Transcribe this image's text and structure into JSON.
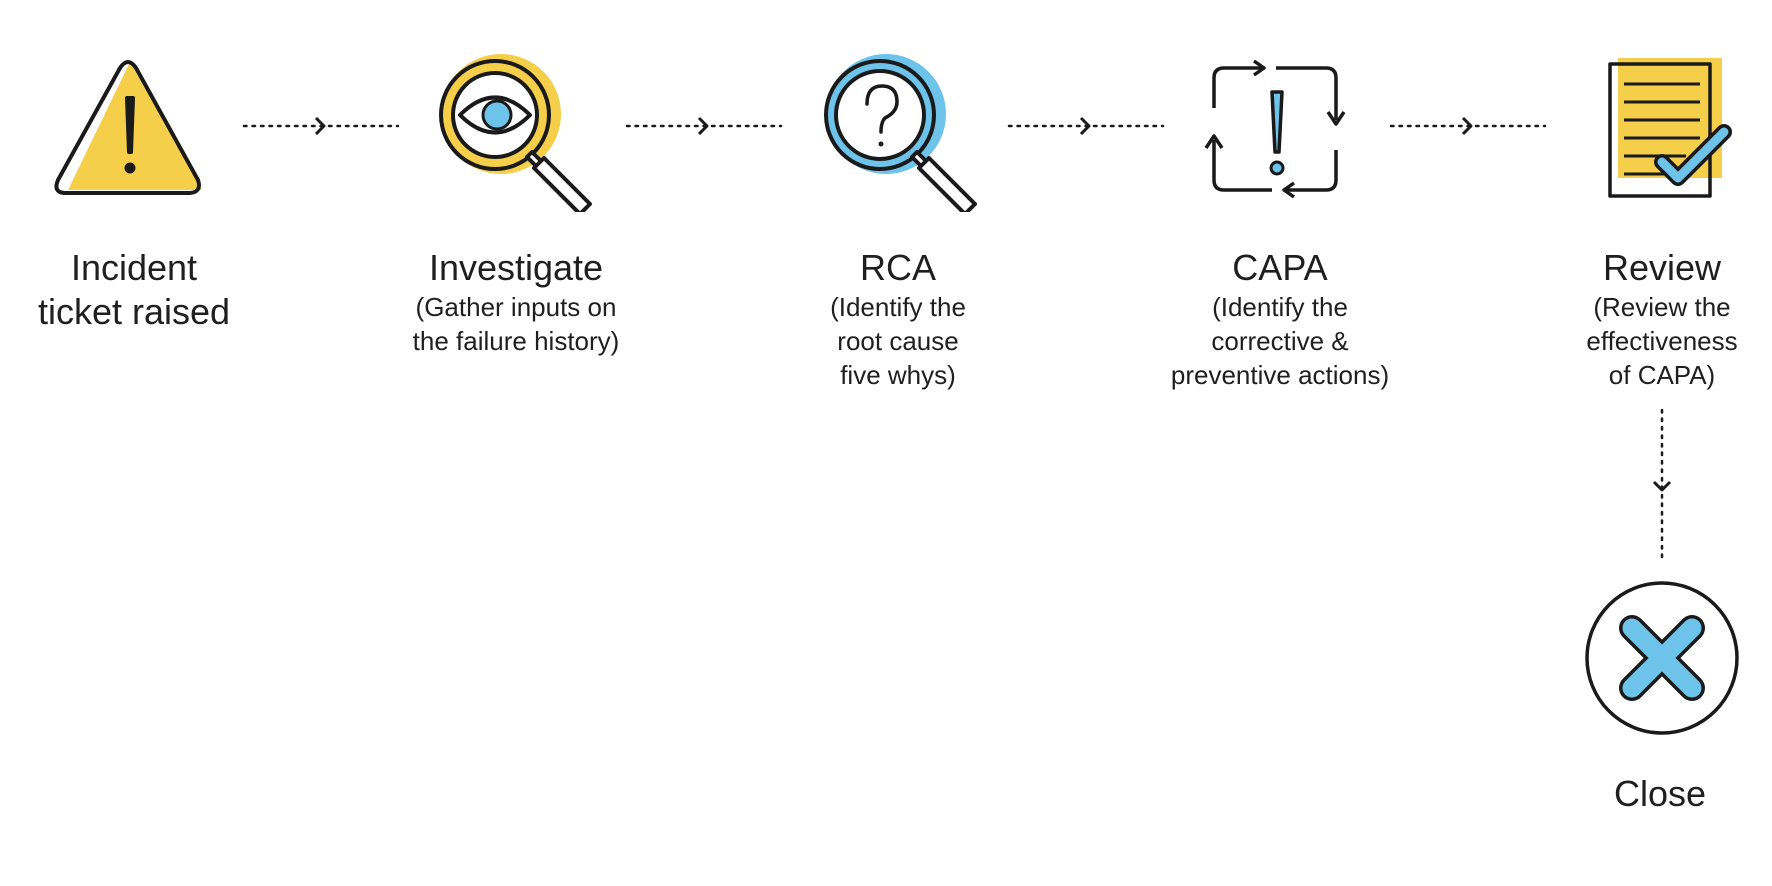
{
  "colors": {
    "yellow": "#F5CF4A",
    "blue": "#6EC3EA",
    "ink": "#1a1a1a"
  },
  "steps": [
    {
      "title_lines": [
        "Incident",
        "ticket raised"
      ],
      "sub_lines": [],
      "icon": "warning-triangle-icon"
    },
    {
      "title_lines": [
        "Investigate"
      ],
      "sub_lines": [
        "(Gather inputs on",
        "the failure history)"
      ],
      "icon": "magnifier-eye-icon"
    },
    {
      "title_lines": [
        "RCA"
      ],
      "sub_lines": [
        "(Identify the",
        "root cause",
        "five whys)"
      ],
      "icon": "magnifier-question-icon"
    },
    {
      "title_lines": [
        "CAPA"
      ],
      "sub_lines": [
        "(Identify the",
        "corrective &",
        "preventive actions)"
      ],
      "icon": "cycle-exclamation-icon"
    },
    {
      "title_lines": [
        "Review"
      ],
      "sub_lines": [
        "(Review the",
        "effectiveness",
        "of CAPA)"
      ],
      "icon": "document-check-icon"
    },
    {
      "title_lines": [
        "Close"
      ],
      "sub_lines": [],
      "icon": "close-circle-icon"
    }
  ]
}
